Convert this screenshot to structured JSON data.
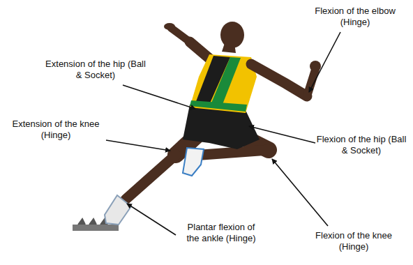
{
  "diagram": {
    "labels": [
      "Flexion of the elbow (Hinge)",
      "Extension of the hip (Ball & Socket)",
      "Extension of the knee (Hinge)",
      "Flexion of the hip (Ball & Socket)",
      "Plantar flexion of the ankle (Hinge)",
      "Flexion of the knee (Hinge)"
    ]
  }
}
